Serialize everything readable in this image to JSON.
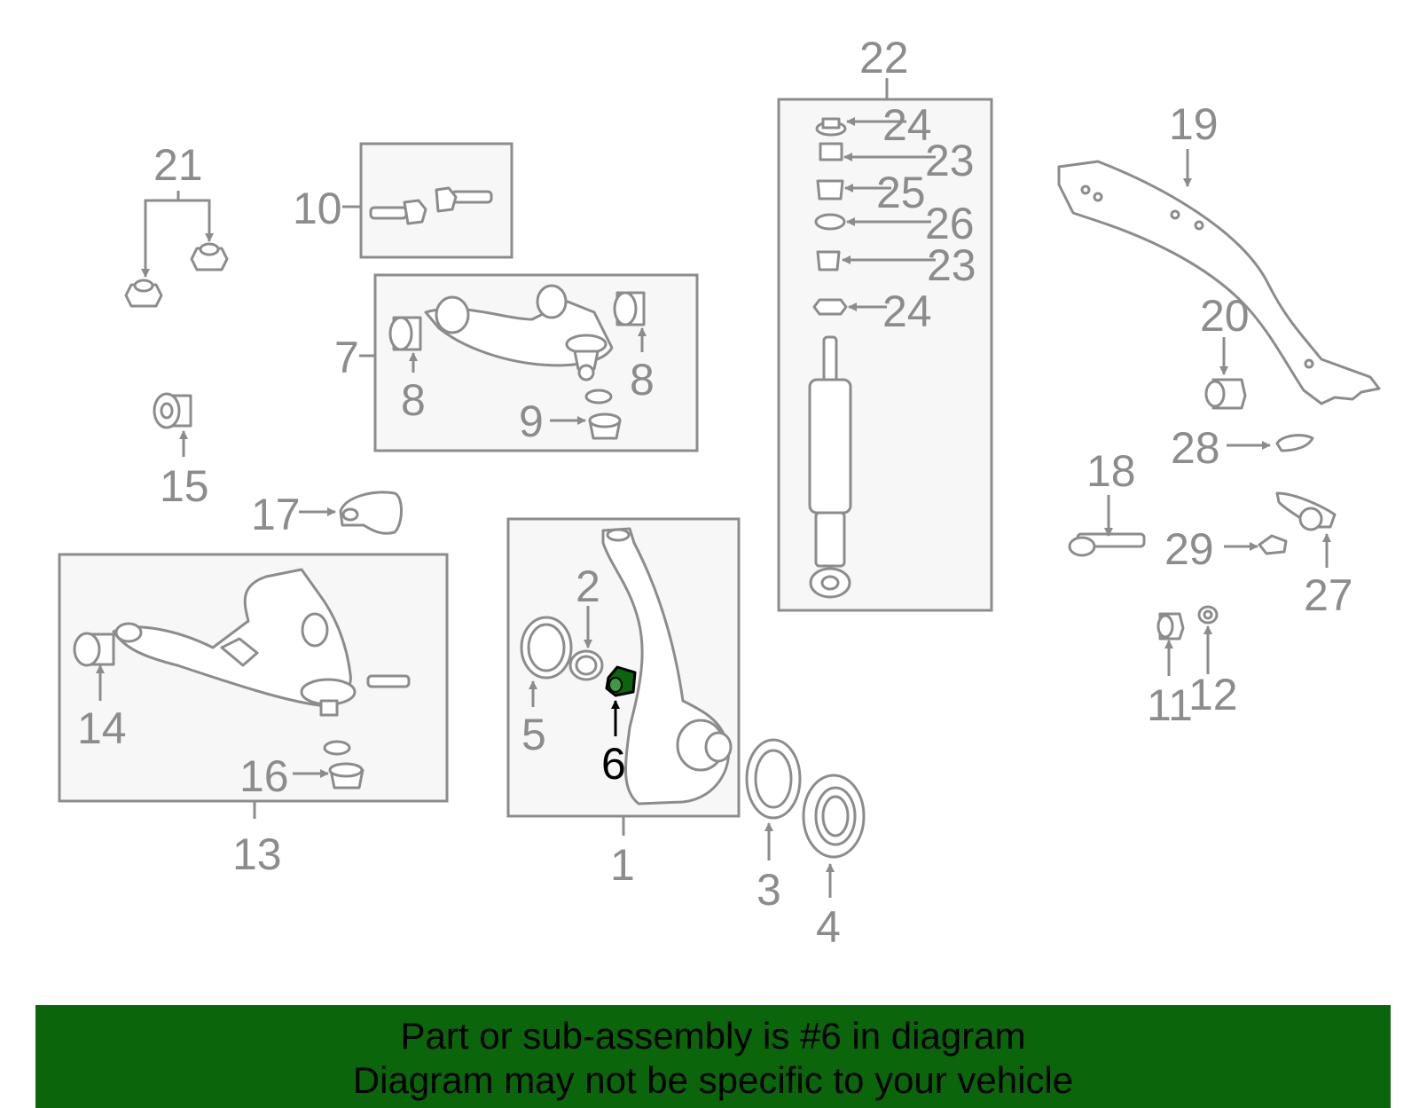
{
  "diagram": {
    "highlight_color": "#0b650b",
    "line_color": "#8c8c8c",
    "label_color": "#8c8c8c",
    "highlight_label_color": "#000000",
    "labels": {
      "l1": "1",
      "l2": "2",
      "l3": "3",
      "l4": "4",
      "l5": "5",
      "l6": "6",
      "l7": "7",
      "l8a": "8",
      "l8b": "8",
      "l9": "9",
      "l10": "10",
      "l11": "11",
      "l12": "12",
      "l13": "13",
      "l14": "14",
      "l15": "15",
      "l16": "16",
      "l17": "17",
      "l18": "18",
      "l19": "19",
      "l20": "20",
      "l21": "21",
      "l22": "22",
      "l23a": "23",
      "l23b": "23",
      "l24a": "24",
      "l24b": "24",
      "l25": "25",
      "l26": "26",
      "l27": "27",
      "l28": "28",
      "l29": "29"
    }
  },
  "banner": {
    "background": "#0b650b",
    "line1": "Part or sub-assembly is #6 in diagram",
    "line2": "Diagram may not be specific to your vehicle"
  }
}
